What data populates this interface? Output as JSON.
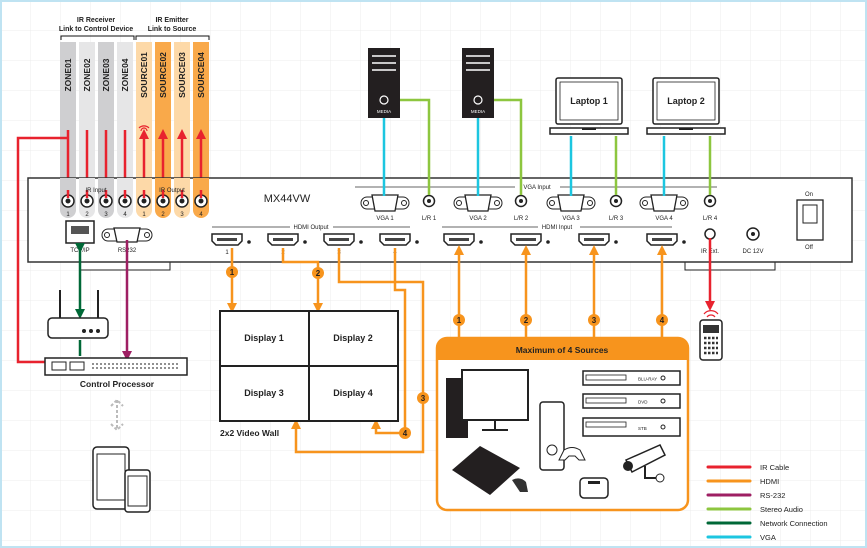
{
  "colors": {
    "ir": "#e8222e",
    "hdmi": "#f7941d",
    "rs232": "#9e1f63",
    "audio": "#8dc63f",
    "network": "#006837",
    "vga": "#1cc6e0",
    "zone_dark": "#cfcfd1",
    "zone_light": "#e6e6e7",
    "source_light": "#fdd9a8",
    "source_dark": "#f9a94a"
  },
  "ir_receiver": {
    "title1": "IR Receiver",
    "title2": "Link to Control Device",
    "zones": [
      "ZONE01",
      "ZONE02",
      "ZONE03",
      "ZONE04"
    ]
  },
  "ir_emitter": {
    "title1": "IR Emitter",
    "title2": "Link to Source",
    "sources": [
      "SOURCE01",
      "SOURCE02",
      "SOURCE03",
      "SOURCE04"
    ]
  },
  "device": {
    "model": "MX44VW",
    "ir_input_label": "IR Input",
    "ir_output_label": "IR Output",
    "ir_numbers": [
      "1",
      "2",
      "3",
      "4",
      "1",
      "2",
      "3",
      "4"
    ],
    "tcpip_label": "TCP/IP",
    "rs232_label": "RS232",
    "vga_input_label": "VGA Input",
    "vga_ports": [
      "VGA 1",
      "VGA 2",
      "VGA 3",
      "VGA 4"
    ],
    "audio_ports": [
      "L/R 1",
      "L/R 2",
      "L/R 3",
      "L/R 4"
    ],
    "hdmi_output_label": "HDMI Output",
    "hdmi_input_label": "HDMI Input",
    "hdmi_numbers": [
      "1",
      "2",
      "3",
      "4"
    ],
    "ir_ext_label": "IR Ext.",
    "dc_label": "DC 12V",
    "switch_on": "On",
    "switch_off": "Off"
  },
  "sources_top": {
    "laptops": [
      "Laptop 1",
      "Laptop 2"
    ],
    "media_label": "MEDIA"
  },
  "video_wall": {
    "displays": [
      "Display 1",
      "Display 2",
      "Display 3",
      "Display 4"
    ],
    "label": "2x2 Video Wall"
  },
  "sources_box": {
    "title": "Maximum of 4 Sources",
    "device_labels": [
      "BLU-RAY",
      "DVD",
      "STB"
    ]
  },
  "markers": [
    "1",
    "2",
    "3",
    "4"
  ],
  "control_processor": {
    "label": "Control Processor"
  },
  "legend": [
    {
      "label": "IR Cable",
      "color": "#e8222e"
    },
    {
      "label": "HDMI",
      "color": "#f7941d"
    },
    {
      "label": "RS-232",
      "color": "#9e1f63"
    },
    {
      "label": "Stereo Audio",
      "color": "#8dc63f"
    },
    {
      "label": "Network Connection",
      "color": "#006837"
    },
    {
      "label": "VGA",
      "color": "#1cc6e0"
    }
  ]
}
